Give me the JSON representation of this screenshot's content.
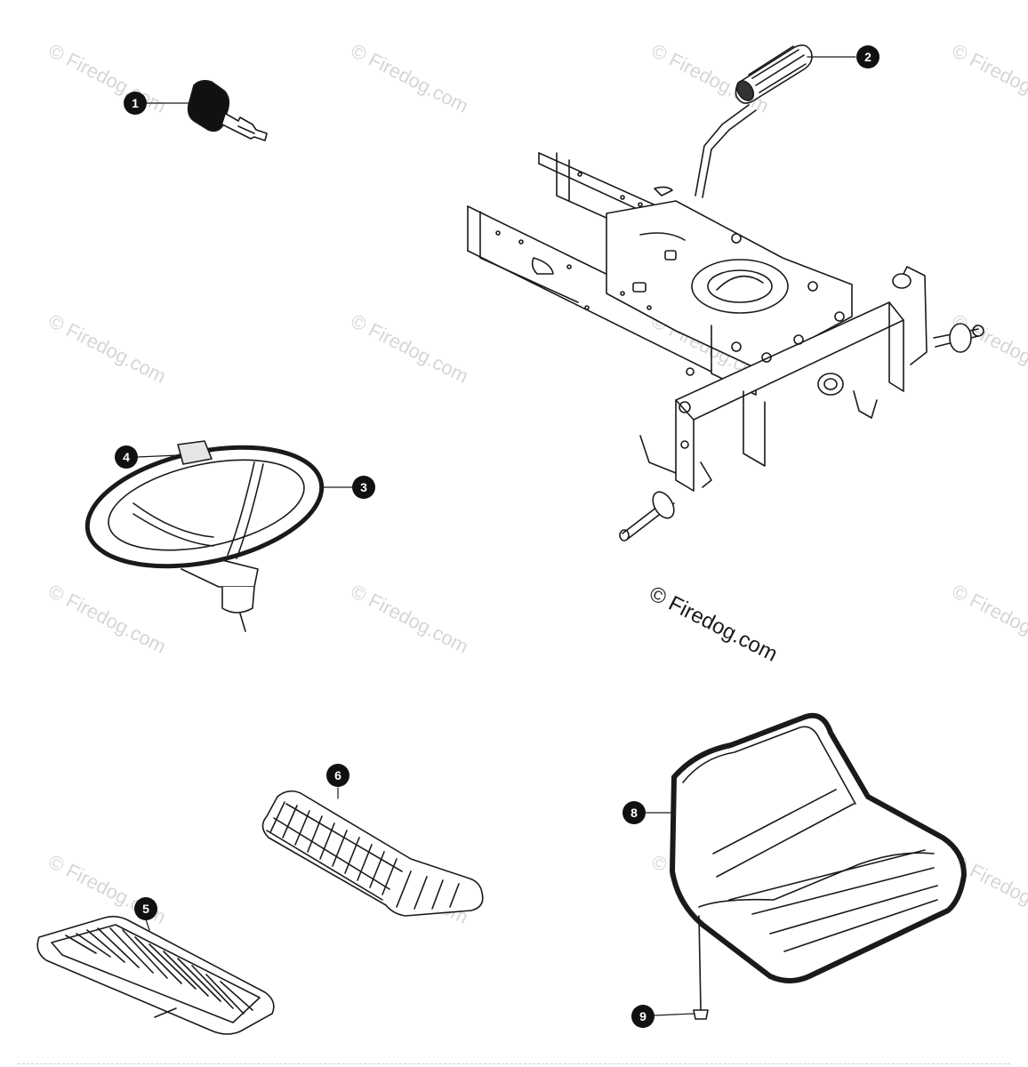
{
  "watermarks": {
    "text": "© Firedog.com",
    "color": "#d6d6d6"
  },
  "copyright_notice": "© Firedog.com",
  "callouts": [
    {
      "number": "1",
      "part": "ignition-key"
    },
    {
      "number": "2",
      "part": "lift-lever-grip"
    },
    {
      "number": "3",
      "part": "steering-wheel"
    },
    {
      "number": "4",
      "part": "steering-wheel-cap"
    },
    {
      "number": "5",
      "part": "foot-pad-left"
    },
    {
      "number": "6",
      "part": "foot-pad-right"
    },
    {
      "number": "8",
      "part": "seat"
    },
    {
      "number": "9",
      "part": "seat-screw"
    }
  ],
  "colors": {
    "line": "#1a1a1a",
    "callout_fill": "#111111",
    "callout_text": "#ffffff"
  }
}
